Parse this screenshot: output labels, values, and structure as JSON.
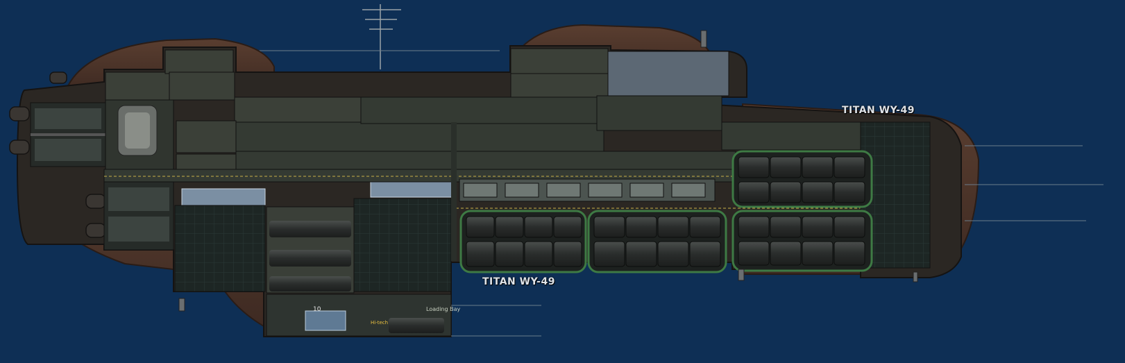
{
  "ship": {
    "name_top": "TITAN WY-49",
    "name_bottom": "TITAN WY-49"
  },
  "signs": {
    "loading_bay": "Loading Bay",
    "dock_number": "10",
    "tech": "Hi-tech"
  },
  "colors": {
    "water": "#0e2f55",
    "hull_outer": "#4a3328",
    "hull_dark": "#2b2723",
    "interior": "#3b4038",
    "cargo_container": "#2f3230",
    "cargo_trim": "#3e7a44",
    "glass": "#7b8fa3",
    "text": "#dfe3e8"
  }
}
